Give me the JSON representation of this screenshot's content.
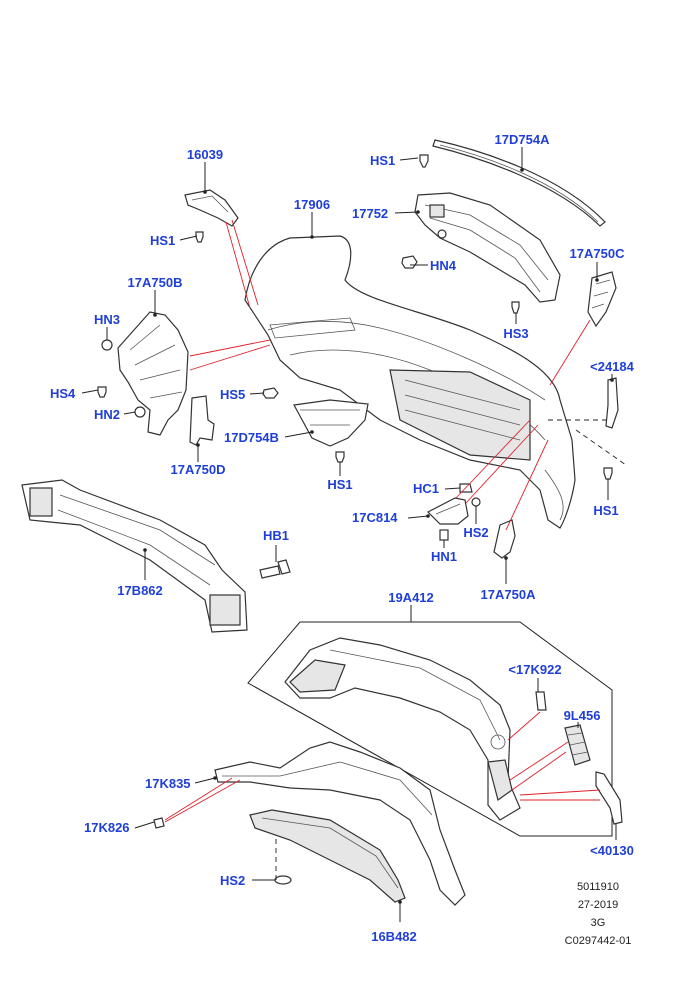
{
  "labels": {
    "p16039": "16039",
    "p17D754A": "17D754A",
    "pHS1_top": "HS1",
    "p17906": "17906",
    "p17752": "17752",
    "pHS1_left": "HS1",
    "pHN4": "HN4",
    "p17A750C": "17A750C",
    "p17A750B": "17A750B",
    "pHN3": "HN3",
    "pHS3": "HS3",
    "p24184": "<24184",
    "pHS4": "HS4",
    "pHS5": "HS5",
    "pHN2": "HN2",
    "p17D754B": "17D754B",
    "p17A750D": "17A750D",
    "pHS1_mid": "HS1",
    "pHC1": "HC1",
    "p17C814": "17C814",
    "pHS2_mid": "HS2",
    "pHS1_right": "HS1",
    "pHB1": "HB1",
    "pHN1": "HN1",
    "p17B862": "17B862",
    "p17A750A": "17A750A",
    "p19A412": "19A412",
    "p17K922": "<17K922",
    "p9L456": "9L456",
    "p17K835": "17K835",
    "p17K826": "17K826",
    "p40130": "<40130",
    "pHS2_bottom": "HS2",
    "p16B482": "16B482"
  },
  "meta": {
    "line1": "5011910",
    "line2": "27-2019",
    "line3": "3G",
    "line4": "C0297442-01"
  },
  "colors": {
    "label": "#1f3fd8",
    "reference_line": "#e0202a",
    "line_art": "#333333"
  }
}
